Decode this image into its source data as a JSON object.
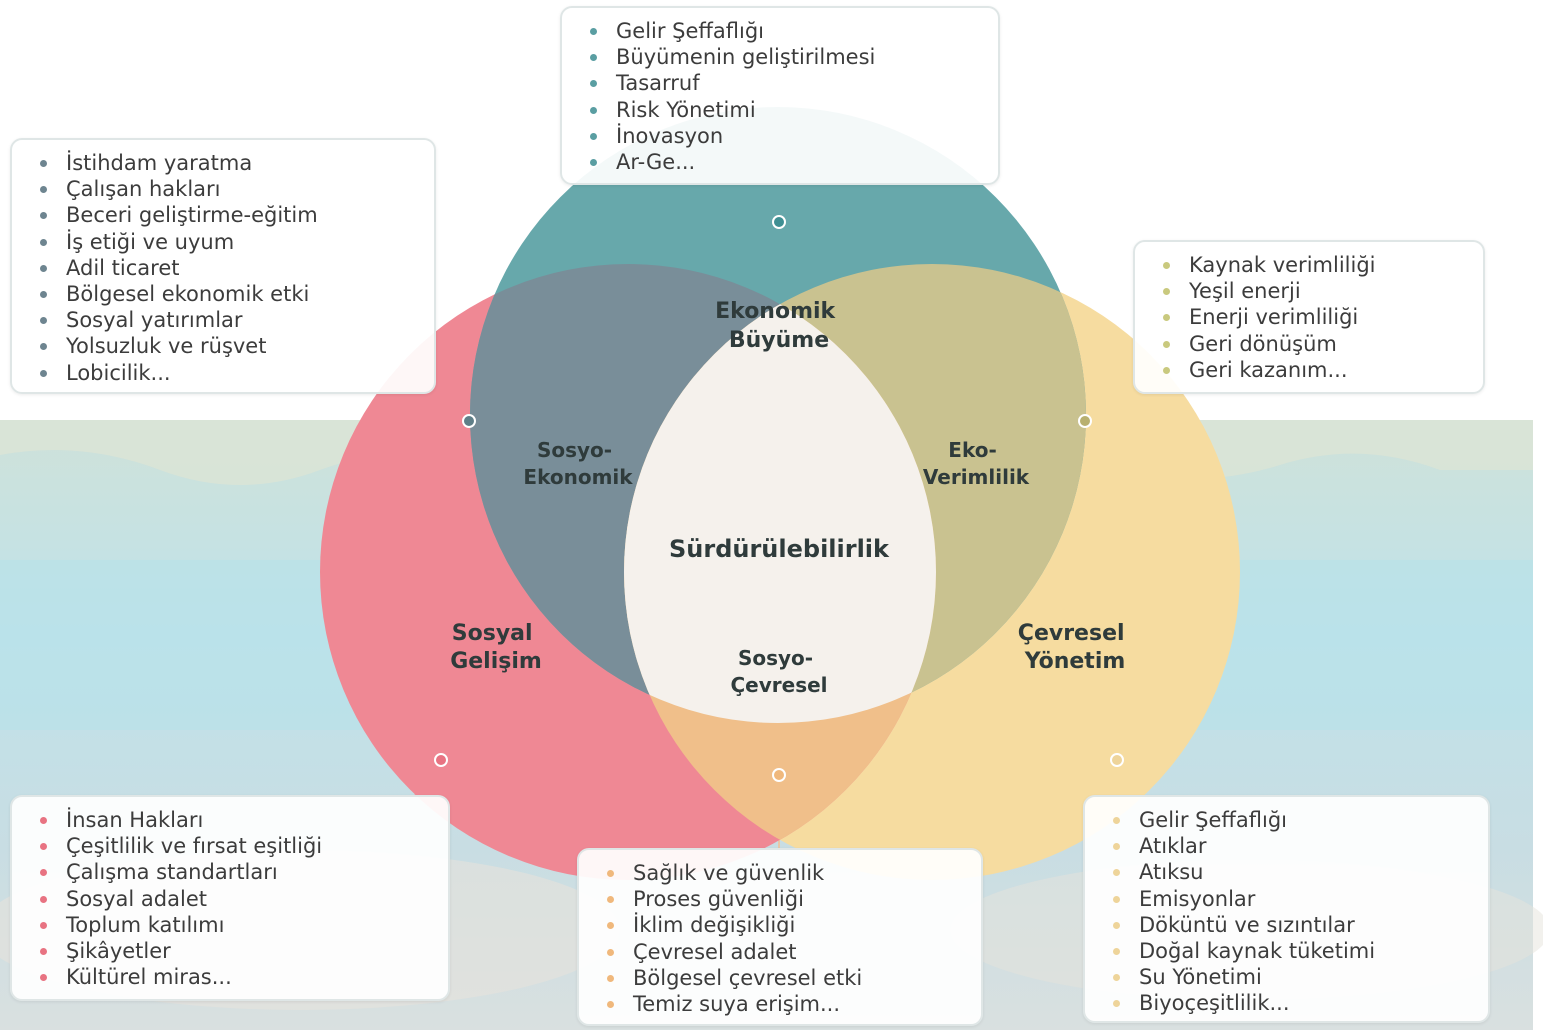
{
  "diagram": {
    "center_label": "Sürdürülebilirlik",
    "circles": {
      "economic": {
        "label_line1": "Ekonomik",
        "label_line2": "Büyüme",
        "color": "#67a8ab"
      },
      "social": {
        "label_line1": "Sosyal",
        "label_line2": "Gelişim",
        "color": "#ef8894"
      },
      "environmental": {
        "label_line1": "Çevresel",
        "label_line2": "Yönetim",
        "color": "#f6dca0"
      }
    },
    "overlaps": {
      "socio_economic": {
        "label_line1": "Sosyo-",
        "label_line2": "Ekonomik",
        "color": "#798e99"
      },
      "eco_efficiency": {
        "label_line1": "Eko-",
        "label_line2": "Verimlilik",
        "color": "#c9c290"
      },
      "socio_environmental": {
        "label_line1": "Sosyo-",
        "label_line2": "Çevresel",
        "color": "#f0bf8a"
      },
      "center_color": "#f5f1ec"
    }
  },
  "boxes": {
    "economic": {
      "bullet_color": "#5a9ea2",
      "items": [
        "Gelir Şeffaflığı",
        "Büyümenin geliştirilmesi",
        "Tasarruf",
        "Risk Yönetimi",
        "İnovasyon",
        "Ar-Ge..."
      ]
    },
    "socio_economic": {
      "bullet_color": "#6e8590",
      "items": [
        "İstihdam yaratma",
        "Çalışan hakları",
        "Beceri geliştirme-eğitim",
        "İş etiği ve uyum",
        "Adil ticaret",
        "Bölgesel ekonomik etki",
        "Sosyal yatırımlar",
        "Yolsuzluk ve rüşvet",
        "Lobicilik..."
      ]
    },
    "eco_efficiency": {
      "bullet_color": "#c9c97e",
      "items": [
        "Kaynak verimliliği",
        "Yeşil enerji",
        "Enerji verimliliği",
        "Geri dönüşüm",
        "Geri kazanım..."
      ]
    },
    "social": {
      "bullet_color": "#e87382",
      "items": [
        "İnsan Hakları",
        "Çeşitlilik ve fırsat eşitliği",
        "Çalışma standartları",
        "Sosyal adalet",
        "Toplum katılımı",
        "Şikâyetler",
        "Kültürel miras..."
      ]
    },
    "socio_environmental": {
      "bullet_color": "#f0b87c",
      "items": [
        "Sağlık ve güvenlik",
        "Proses güvenliği",
        "İklim değişikliği",
        "Çevresel adalet",
        "Bölgesel çevresel etki",
        "Temiz suya erişim..."
      ]
    },
    "environmental": {
      "bullet_color": "#eed49a",
      "items": [
        "Gelir Şeffaflığı",
        "Atıklar",
        "Atıksu",
        "Emisyonlar",
        "Döküntü ve sızıntılar",
        "Doğal kaynak tüketimi",
        "Su Yönetimi",
        "Biyoçeşitlilik..."
      ]
    }
  }
}
